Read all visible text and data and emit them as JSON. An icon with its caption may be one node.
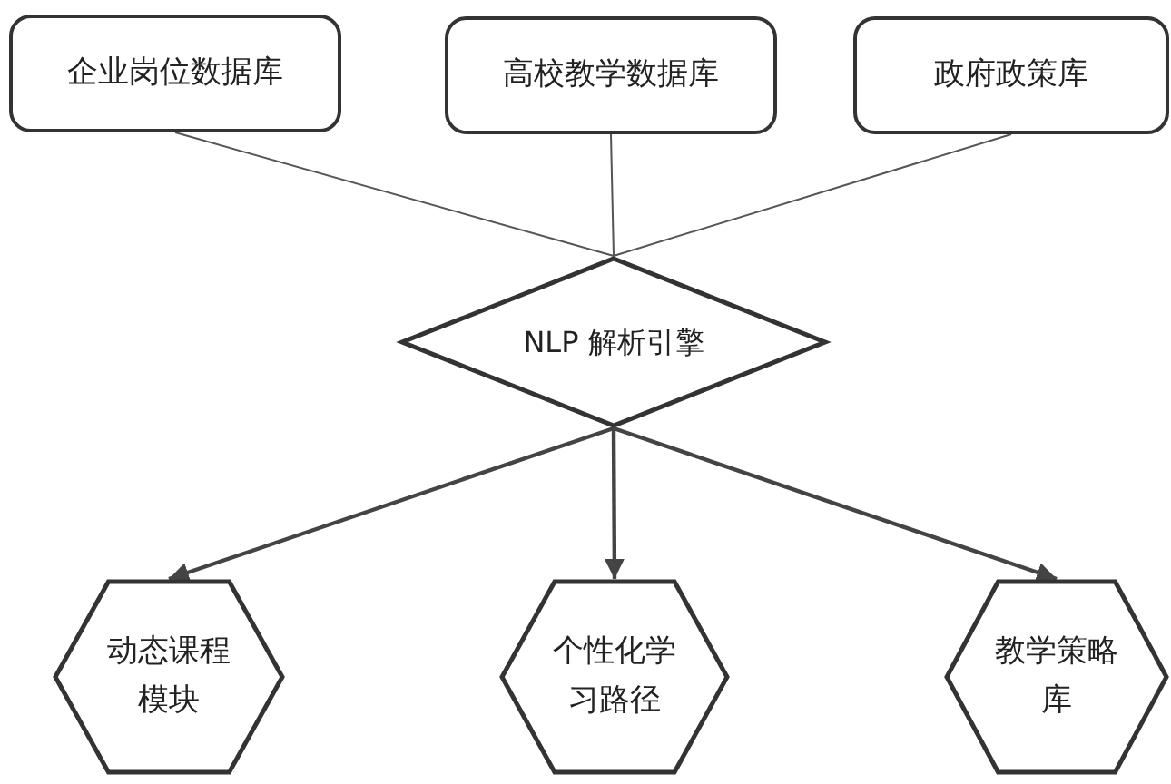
{
  "diagram": {
    "nodes": [
      {
        "text": [
          "企业岗位数据库"
        ]
      },
      {
        "text": [
          "高校教学数据库"
        ]
      },
      {
        "text": [
          "政府政策库"
        ]
      },
      {
        "text": [
          "NLP 解析引擎"
        ]
      },
      {
        "text": [
          "动态课程模块"
        ]
      },
      {
        "text": [
          "个性化学习路径"
        ]
      },
      {
        "text": [
          "教学策略库"
        ]
      }
    ],
    "edges": [
      {
        "from": 0,
        "to": 3,
        "arrow": "none"
      },
      {
        "from": 1,
        "to": 3,
        "arrow": "none"
      },
      {
        "from": 2,
        "to": 3,
        "arrow": "none"
      },
      {
        "from": 3,
        "to": 4,
        "arrow": "to"
      },
      {
        "from": 3,
        "to": 5,
        "arrow": "to"
      },
      {
        "from": 3,
        "to": 6,
        "arrow": "to"
      }
    ]
  }
}
